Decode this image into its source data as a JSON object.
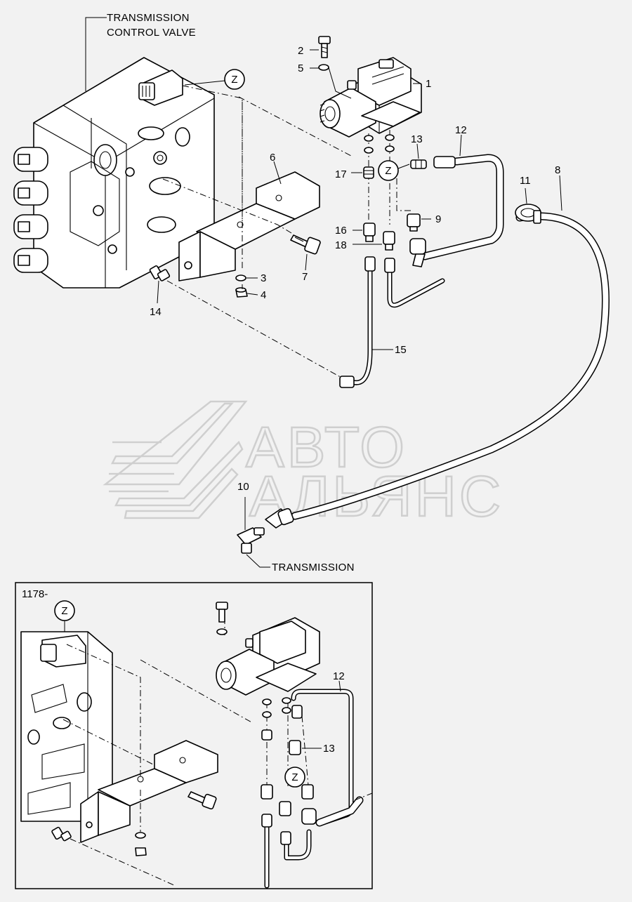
{
  "labels": {
    "transmission_control_valve_line1": "TRANSMISSION",
    "transmission_control_valve_line2": "CONTROL VALVE",
    "transmission": "TRANSMISSION",
    "inset_serial": "1178-",
    "detail_marker": "Z"
  },
  "callouts": {
    "c1": "1",
    "c2": "2",
    "c3": "3",
    "c4": "4",
    "c5": "5",
    "c6": "6",
    "c7": "7",
    "c8": "8",
    "c9": "9",
    "c10": "10",
    "c11": "11",
    "c12": "12",
    "c13": "13",
    "c14": "14",
    "c15": "15",
    "c16": "16",
    "c17": "17",
    "c18": "18"
  },
  "inset_callouts": {
    "c12": "12",
    "c13": "13"
  },
  "watermark": {
    "line1": "АВТО",
    "line2": "АЛЬЯНС"
  },
  "colors": {
    "background": "#f2f2f2",
    "line": "#000000",
    "watermark": "#cfcfcf",
    "frame": "#000000"
  }
}
